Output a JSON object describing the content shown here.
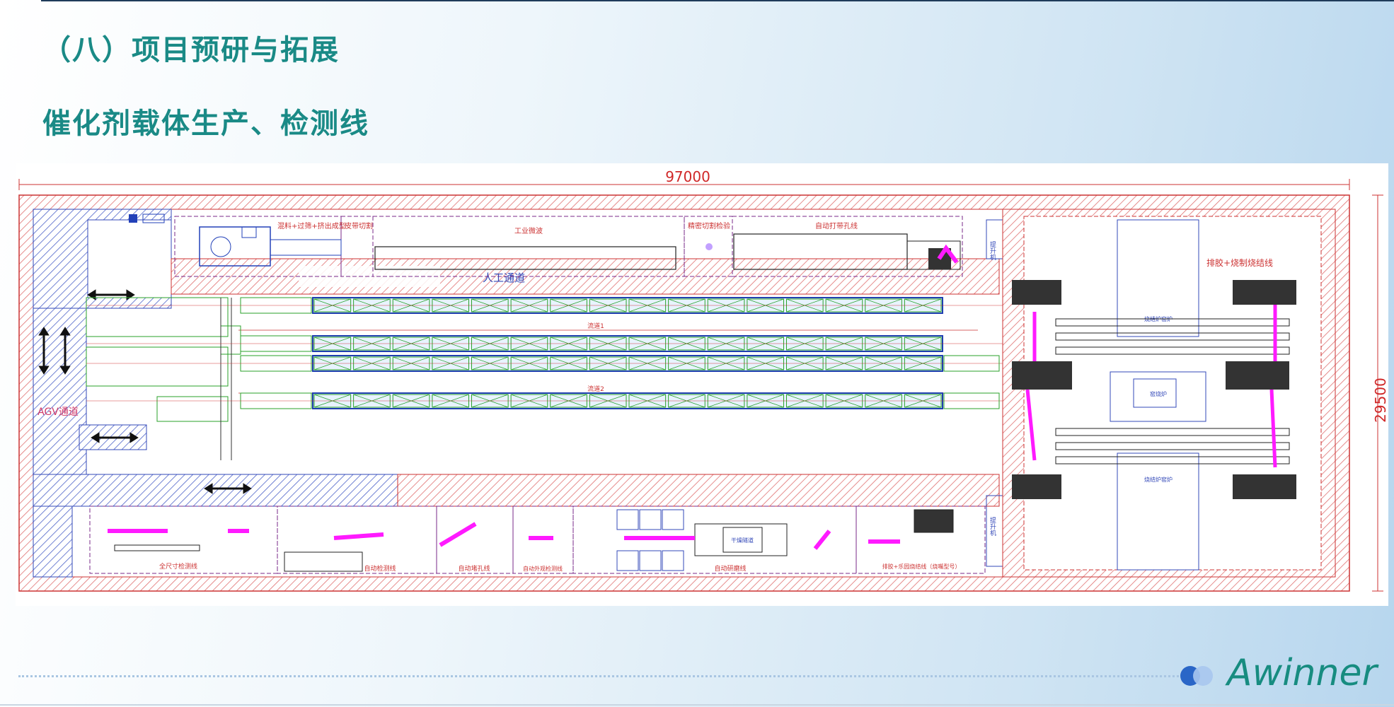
{
  "slide": {
    "section_title": "（八）项目预研与拓展",
    "subtitle": "催化剂载体生产、检测线"
  },
  "diagram": {
    "dim_width": "97000",
    "dim_height": "29500",
    "labels": {
      "manual_aisle": "人工通道",
      "agv_aisle": "AGV通道",
      "top_line_1": "混料+过筛+挤出成型",
      "top_line_2": "皮带切割",
      "top_line_3": "工业微波",
      "top_line_4": "精密切割检验",
      "top_line_5": "自动打带孔线",
      "lift_top": "提升机",
      "lift_bottom": "提升机",
      "drying_line": "排胶+烧制烧结线",
      "kiln_top": "烧结炉窑炉",
      "kiln_mid": "窑烧炉",
      "kiln_bottom": "烧结炉窑炉",
      "bottom_line_1": "全尺寸检测线",
      "bottom_line_3": "自动检测线",
      "bottom_line_4": "自动堵孔线",
      "bottom_line_5": "自动外观检测线",
      "bottom_line_6": "自动研磨线",
      "bottom_line_7": "排胶+乐园烧结线（烧嘴型号）",
      "mid_box": "干燥隧道",
      "channel_1": "流道1",
      "channel_2": "流道2"
    }
  },
  "brand": {
    "name": "Awinner",
    "color": "#178c80"
  }
}
